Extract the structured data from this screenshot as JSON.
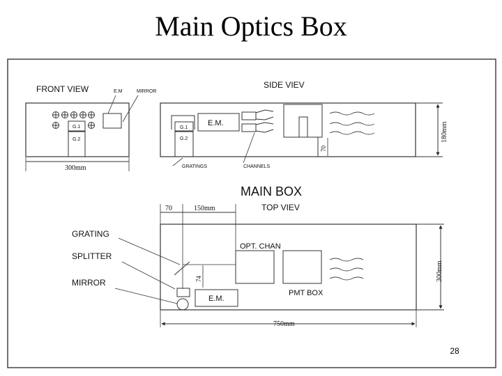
{
  "slide": {
    "title": "Main Optics Box",
    "page_number": "28"
  },
  "front_view": {
    "title": "FRONT VIEW",
    "em_label": "E.M",
    "mirror_label": "MIRROR",
    "grating1_label": "G.1",
    "grating2_label": "G.2",
    "width_label": "300mm"
  },
  "side_view": {
    "title": "SIDE VIEV",
    "em_label": "E.M.",
    "grating1_label": "G.1",
    "grating2_label": "G.2",
    "gratings_label": "GRATINGS",
    "channels_label": "CHANNELS",
    "dim_70": "70",
    "height_label": "180mm"
  },
  "main_box": {
    "title": "MAIN BOX",
    "top_view_title": "TOP VIEV",
    "dim_70": "70",
    "dim_150": "150mm",
    "grating_label": "GRATING",
    "splitter_label": "SPLITTER",
    "mirror_label": "MIRROR",
    "opt_chan_label": "OPT. CHAN",
    "pmt_box_label": "PMT BOX",
    "em_label": "E.M.",
    "dim_74": "74",
    "width_label": "750mm",
    "height_label": "300mm"
  }
}
